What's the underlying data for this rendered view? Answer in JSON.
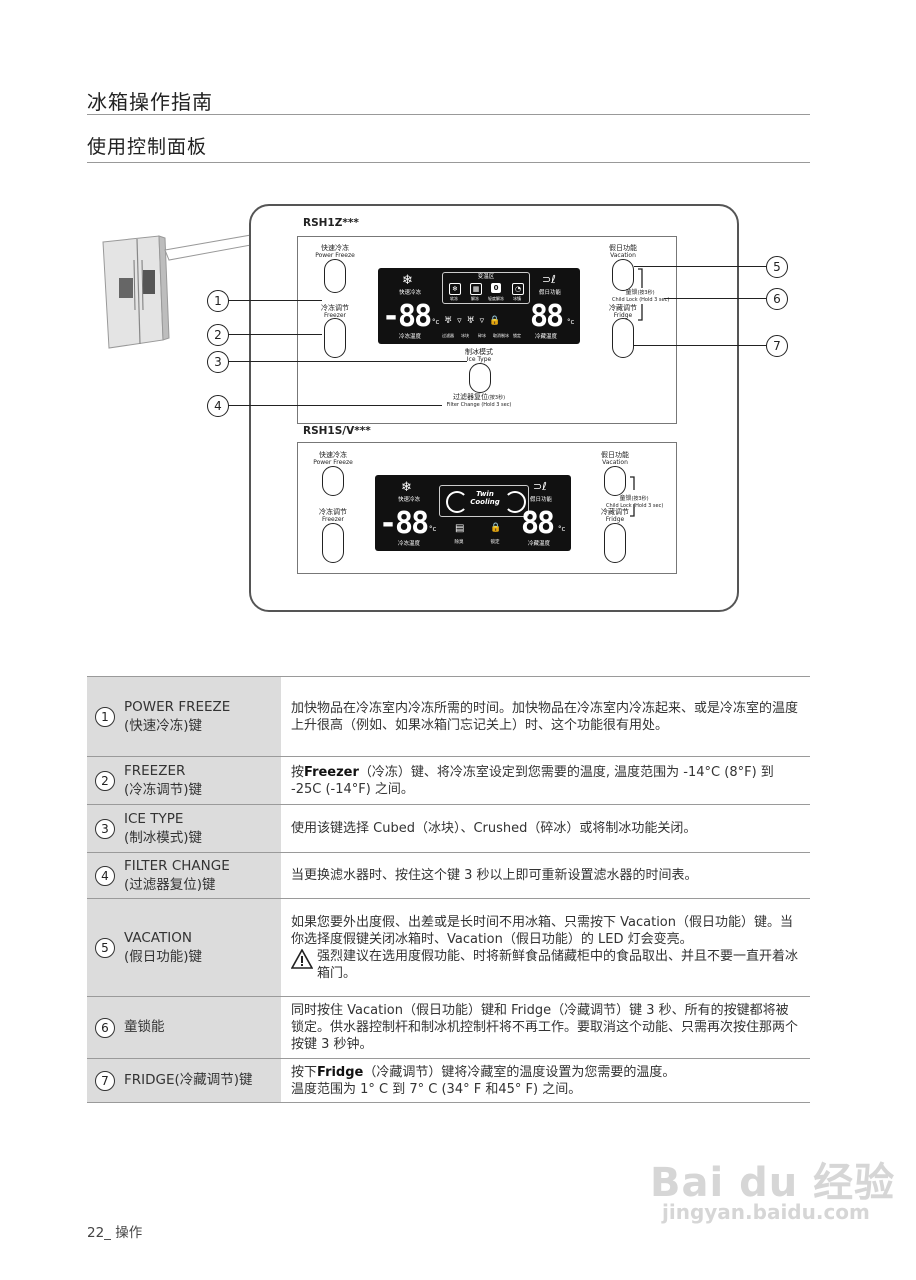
{
  "title": "冰箱操作指南",
  "subtitle": "使用控制面板",
  "panel_top": {
    "model": "RSH1Z***",
    "power_freeze": {
      "cn": "快速冷冻",
      "en": "Power Freeze"
    },
    "freezer": {
      "cn": "冷冻调节",
      "en": "Freezer"
    },
    "vacation": {
      "cn": "假日功能",
      "en": "Vacation"
    },
    "child_lock": {
      "cn": "童锁",
      "cn_hold": "(按3秒)",
      "en": "Child Lock (Hold 3 sec)"
    },
    "fridge": {
      "cn": "冷藏调节",
      "en": "Fridge"
    },
    "ice_type": {
      "cn": "制冰模式",
      "en": "Ice Type"
    },
    "filter_change": {
      "cn": "过滤器复位",
      "cn_hold": "(按3秒)",
      "en": "Filter Change (Hold 3 sec)"
    },
    "lcd": {
      "zone": "变温区",
      "zone_items": [
        "软冻",
        "解冻",
        "轻度解冻",
        "冰镇"
      ],
      "left_label": "快速冷冻",
      "right_label": "假日功能",
      "digits_left": "-88",
      "digits_right": "88",
      "unit": "°c",
      "bottom_left": "冷冻温度",
      "bottom_right": "冷藏温度",
      "icons": [
        "过滤器",
        "冰块",
        "碎冰",
        "取消制冰",
        "锁定"
      ]
    }
  },
  "panel_bottom": {
    "model": "RSH1S/V***",
    "power_freeze": {
      "cn": "快速冷冻",
      "en": "Power Freeze"
    },
    "freezer": {
      "cn": "冷冻调节",
      "en": "Freezer"
    },
    "vacation": {
      "cn": "假日功能",
      "en": "Vacation"
    },
    "child_lock": {
      "cn": "童锁",
      "cn_hold": "(按3秒)",
      "en": "Child Lock (Hold 3 sec)"
    },
    "fridge": {
      "cn": "冷藏调节",
      "en": "Fridge"
    },
    "lcd": {
      "left_label": "快速冷冻",
      "right_label": "假日功能",
      "twin_line1": "Twin",
      "twin_line2": "Cooling",
      "digits_left": "-88",
      "digits_right": "88",
      "unit": "°c",
      "bottom_left": "冷冻温度",
      "bottom_right": "冷藏温度",
      "icon_filter": "除臭",
      "icon_lock": "锁定"
    }
  },
  "callouts": [
    "1",
    "2",
    "3",
    "4",
    "5",
    "6",
    "7"
  ],
  "rows": [
    {
      "num": "1",
      "label_en": "POWER FREEZE",
      "label_cn": "(快速冷冻)键",
      "desc": "加快物品在冷冻室内冷冻所需的时间。加快物品在冷冻室内冷冻起来、或是冷冻室的温度上升很高（例如、如果冰箱门忘记关上）时、这个功能很有用处。"
    },
    {
      "num": "2",
      "label_en": "FREEZER",
      "label_cn": "(冷冻调节)键",
      "desc_pre": "按",
      "desc_bold": "Freezer",
      "desc_post": "（冷冻）键、将冷冻室设定到您需要的温度, 温度范围为 -14°C (8°F) 到 -25C (-14°F) 之间。"
    },
    {
      "num": "3",
      "label_en": "ICE TYPE",
      "label_cn": "(制冰模式)键",
      "desc": "使用该键选择 Cubed（冰块）、Crushed（碎冰）或将制冰功能关闭。"
    },
    {
      "num": "4",
      "label_en": "FILTER CHANGE",
      "label_cn": "(过滤器复位)键",
      "desc": "当更换滤水器时、按住这个键 3 秒以上即可重新设置滤水器的时间表。"
    },
    {
      "num": "5",
      "label_en": "VACATION",
      "label_cn": "(假日功能)键",
      "desc": "如果您要外出度假、出差或是长时间不用冰箱、只需按下 Vacation（假日功能）键。当你选择度假键关闭冰箱时、Vacation（假日功能）的 LED 灯会变亮。",
      "warning": "强烈建议在选用度假功能、时将新鲜食品储藏柜中的食品取出、并且不要一直开着冰箱门。"
    },
    {
      "num": "6",
      "label_en": "",
      "label_cn": "童锁能",
      "desc": "同时按住 Vacation（假日功能）键和 Fridge（冷藏调节）键 3 秒、所有的按键都将被锁定。供水器控制杆和制冰机控制杆将不再工作。要取消这个动能、只需再次按住那两个按键 3 秒钟。"
    },
    {
      "num": "7",
      "label_en": "",
      "label_cn": "FRIDGE(冷藏调节)键",
      "desc_pre": "按下",
      "desc_bold": "Fridge",
      "desc_post": "（冷藏调节）键将冷藏室的温度设置为您需要的温度。",
      "desc_line2": "温度范围为 1° C 到 7° C (34° F 和45° F) 之间。"
    }
  ],
  "footer": "22_ 操作",
  "watermark": {
    "brand": "Bai du 经验",
    "url": "jingyan.baidu.com"
  }
}
